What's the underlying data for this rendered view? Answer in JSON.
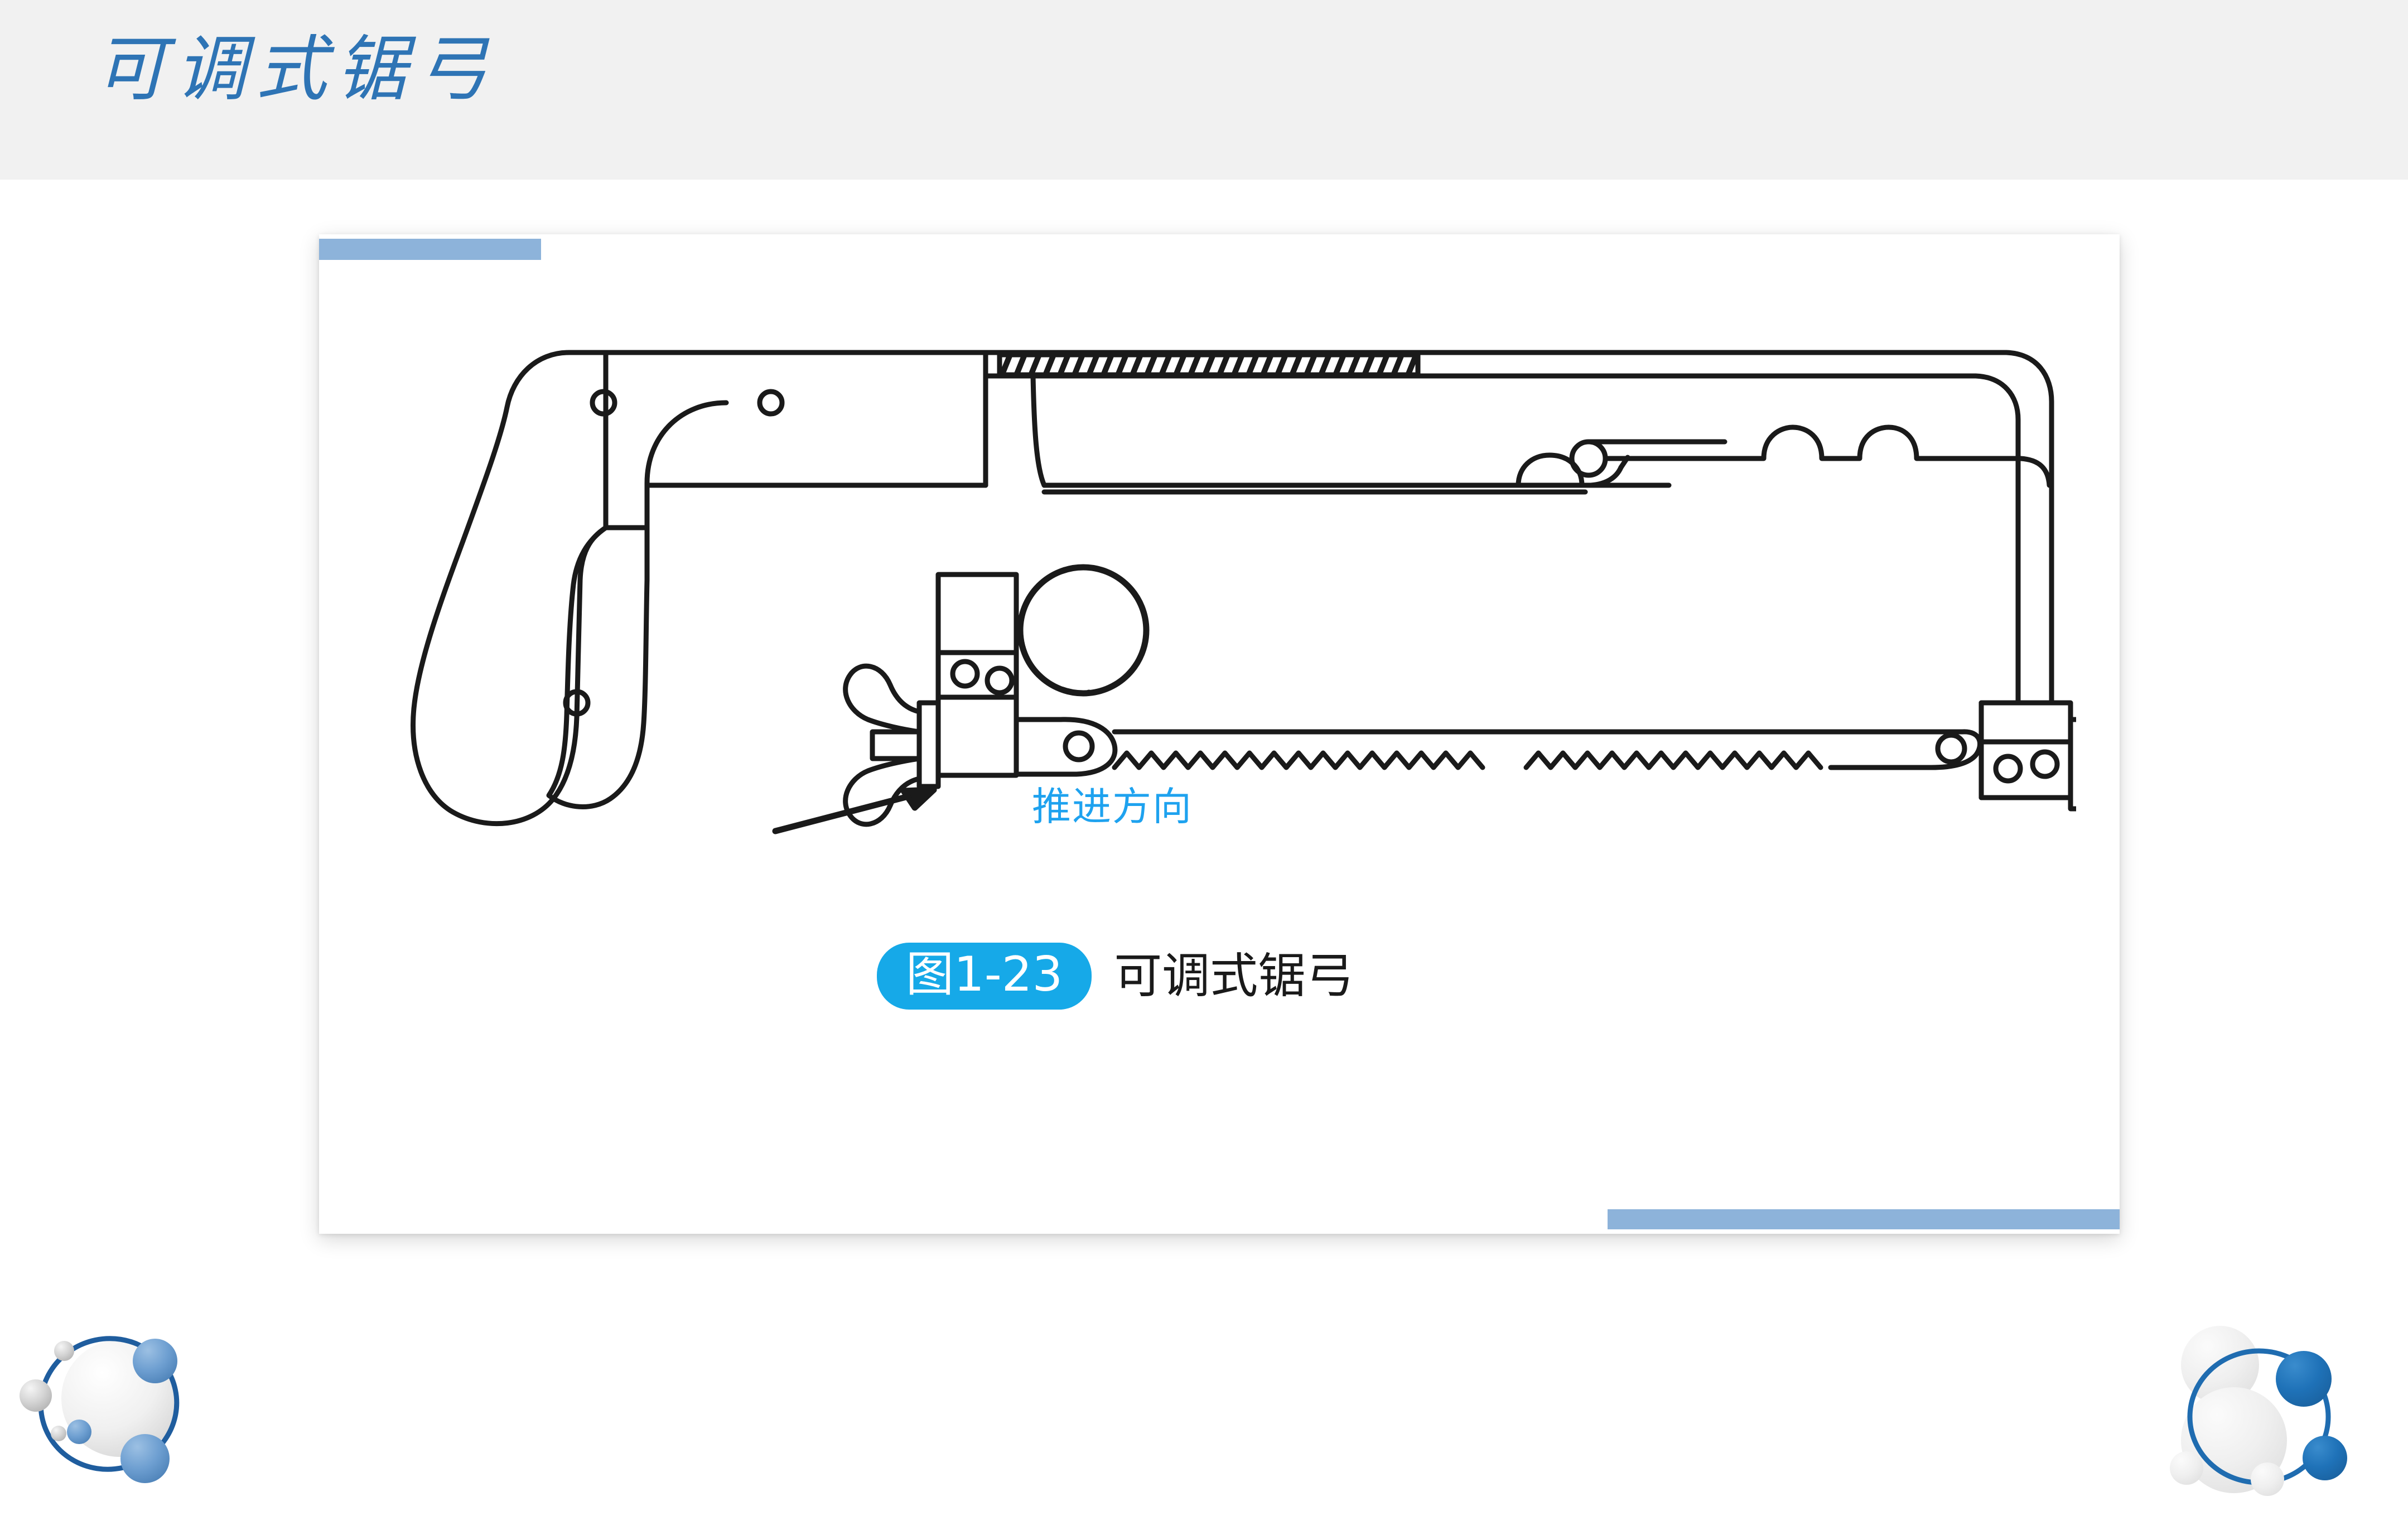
{
  "header": {
    "title": "可调式锯弓",
    "background_color": "#f1f1f1",
    "title_color": "#2e74b5"
  },
  "card": {
    "background_color": "#ffffff",
    "accent_color": "#8db3da"
  },
  "illustration": {
    "name": "adjustable-hacksaw-frame-line-drawing",
    "description": "可调式锯弓",
    "stroke_color": "#1a1a1a",
    "parts": [
      "pistol-grip-handle",
      "knurled-top-grip-pad",
      "adjustable-frame-arm",
      "wing-nut-tensioner",
      "saw-blade",
      "blade-mount-block",
      "magnified-teeth-circle"
    ]
  },
  "direction_annotation": {
    "label": "推进方向",
    "color": "#1ea2ef",
    "arrow": "arrow-up-right"
  },
  "caption": {
    "badge": "图1-23",
    "badge_color": "#16a9e8",
    "badge_text_color": "#ffffff",
    "text": "可调式锯弓",
    "text_color": "#1a1a1a"
  },
  "decoration": {
    "left": {
      "name": "molecule-bubbles-left",
      "ring_color": "#1f5d9e",
      "sphere_blue": "#6d9fd0",
      "sphere_gray": "#d8d8d8",
      "sphere_white": "#f2f2f2"
    },
    "right": {
      "name": "molecule-bubbles-right",
      "ring_color": "#1f6cb0",
      "sphere_blue": "#1f72b8",
      "sphere_gray": "#eceded"
    }
  }
}
